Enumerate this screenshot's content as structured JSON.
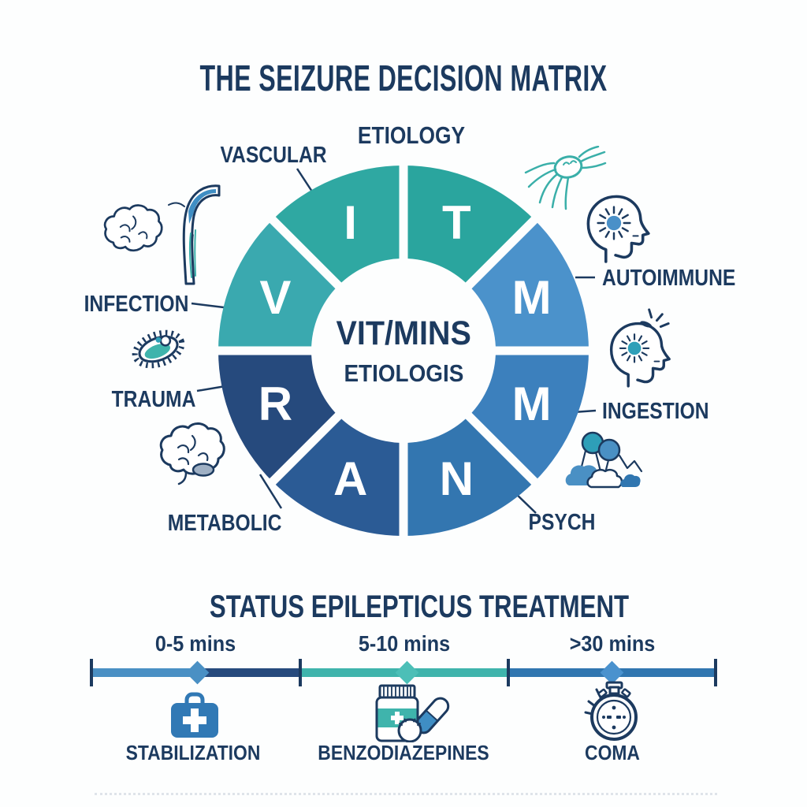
{
  "title": "THE SEIZURE DECISION MATRIX",
  "colors": {
    "navy_text": "#1C3A5F",
    "icon_blue": "#3F8EC4",
    "icon_teal": "#3AAFA9",
    "kit_blue": "#3179B5",
    "band_teal": "#3FB4AC",
    "cloud_blue": "#4A90C4",
    "cloud_blue_dark": "#3076B0",
    "circle_teal": "#2E9FB8",
    "starburst_blue": "#4A90C8",
    "cerebellum_gray": "#9FB0C4"
  },
  "wheel": {
    "top_label": "ETIOLOGY",
    "center": {
      "line1": "VIT/MINS",
      "line2": "ETIOLOGIS"
    },
    "segments": [
      {
        "letter": "T",
        "color": "#2AA59E"
      },
      {
        "letter": "M",
        "color": "#4B92CB"
      },
      {
        "letter": "M",
        "color": "#3C80BD"
      },
      {
        "letter": "N",
        "color": "#3376B0"
      },
      {
        "letter": "A",
        "color": "#2B5B95"
      },
      {
        "letter": "R",
        "color": "#264A7D"
      },
      {
        "letter": "V",
        "color": "#3AA9AF"
      },
      {
        "letter": "I",
        "color": "#2FA8A2"
      }
    ],
    "labels": {
      "vascular": "VASCULAR",
      "infection": "INFECTION",
      "trauma": "TRAUMA",
      "metabolic": "METABOLIC",
      "autoimmune": "AUTOIMMUNE",
      "ingestion": "INGESTION",
      "psych": "PSYCH"
    },
    "icons": {
      "vascular": "brain-vessel-icon",
      "infection": "bacteria-icon",
      "trauma": "brain-icon",
      "autoimmune": "neuron-icon and head-starburst-icon",
      "ingestion": "head-spark-icon",
      "psych": "clouds-circles-icon"
    }
  },
  "timeline": {
    "title": "STATUS EPILEPTICUS TREATMENT",
    "phases": [
      {
        "time": "0-5 mins",
        "label": "STABILIZATION",
        "icon": "first-aid-kit-icon"
      },
      {
        "time": "5-10 mins",
        "label": "BENZODIAZEPINES",
        "icon": "pill-bottle-icon"
      },
      {
        "time": ">30 mins",
        "label": "COMA",
        "icon": "stopwatch-icon"
      }
    ],
    "bar": {
      "segments": [
        {
          "color": "#4A90C4"
        },
        {
          "color": "#264A7D"
        },
        {
          "color": "#3FB4AC"
        },
        {
          "color": "#3076B0"
        }
      ],
      "diamonds": [
        {
          "color": "#4A90C4"
        },
        {
          "color": "#4CBFB7"
        },
        {
          "color": "#4A92CE"
        }
      ],
      "tick_color": "#1C3A5F"
    }
  }
}
